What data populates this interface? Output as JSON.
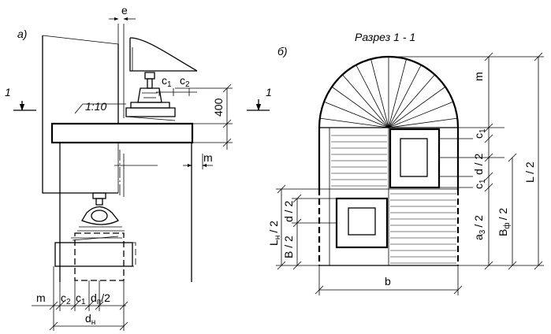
{
  "view_a": {
    "label": "а)",
    "section_mark": "1",
    "slope": "1:10",
    "dim_e": "e",
    "dim_c1": "c",
    "dim_c1_sub": "1",
    "dim_c2": "c",
    "dim_c2_sub": "2",
    "dim_400": "400",
    "dim_m_right": "m",
    "dim_m_bottom": "m",
    "dim_c2_bottom": "c",
    "dim_c2_bottom_sub": "2",
    "dim_c1_bottom": "c",
    "dim_c1_bottom_sub": "1",
    "dim_dp": "d",
    "dim_dp_sub": "п",
    "dim_dp_suffix": "/2",
    "dim_dn": "d",
    "dim_dn_sub": "н"
  },
  "view_b": {
    "label": "б)",
    "title": "Разрез 1 - 1",
    "dim_m": "m",
    "dim_c1": "c",
    "dim_c1_sub": "1",
    "dim_d2": "d / 2",
    "dim_c1_lower": "c",
    "dim_c1_lower_sub": "1",
    "dim_L2": "L / 2",
    "dim_Bf": "B",
    "dim_Bf_sub": "ф",
    "dim_Bf_suffix": "/ 2",
    "dim_a3": "a",
    "dim_a3_sub": "3",
    "dim_a3_suffix": "/ 2",
    "dim_Ln": "L",
    "dim_Ln_sub": "н",
    "dim_Ln_suffix": "/ 2",
    "dim_d2_left": "d / 2",
    "dim_B2": "B / 2",
    "dim_b": "b"
  }
}
